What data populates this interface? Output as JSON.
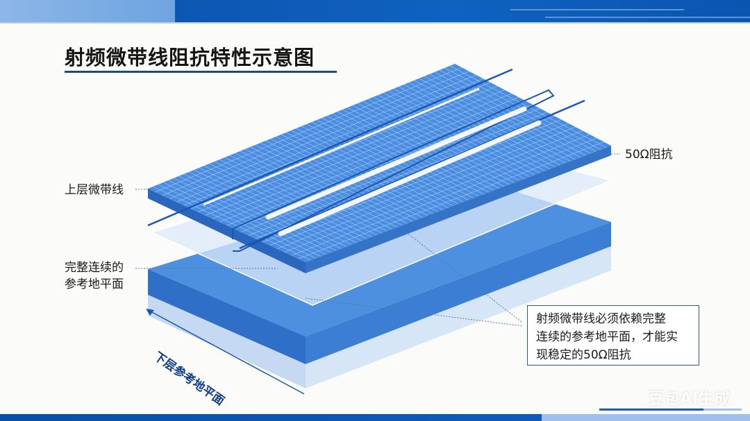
{
  "title": "射频微带线阻抗特性示意图",
  "labels": {
    "top_trace": "上层微带线",
    "ref_plane_line1": "完整连续的",
    "ref_plane_line2": "参考地平面",
    "impedance": "50Ω阻抗",
    "bottom_plane": "下层参考地平面"
  },
  "callout": {
    "line1": "射频微带线必须依赖完整",
    "line2": "连续的参考地平面，才能实",
    "line3": "现稳定的50Ω阻抗"
  },
  "watermark": "豆包AI生成",
  "colors": {
    "brand_blue": "#0f5bb5",
    "board_blue": "#3f86d8",
    "trace_white": "#ffffff"
  }
}
